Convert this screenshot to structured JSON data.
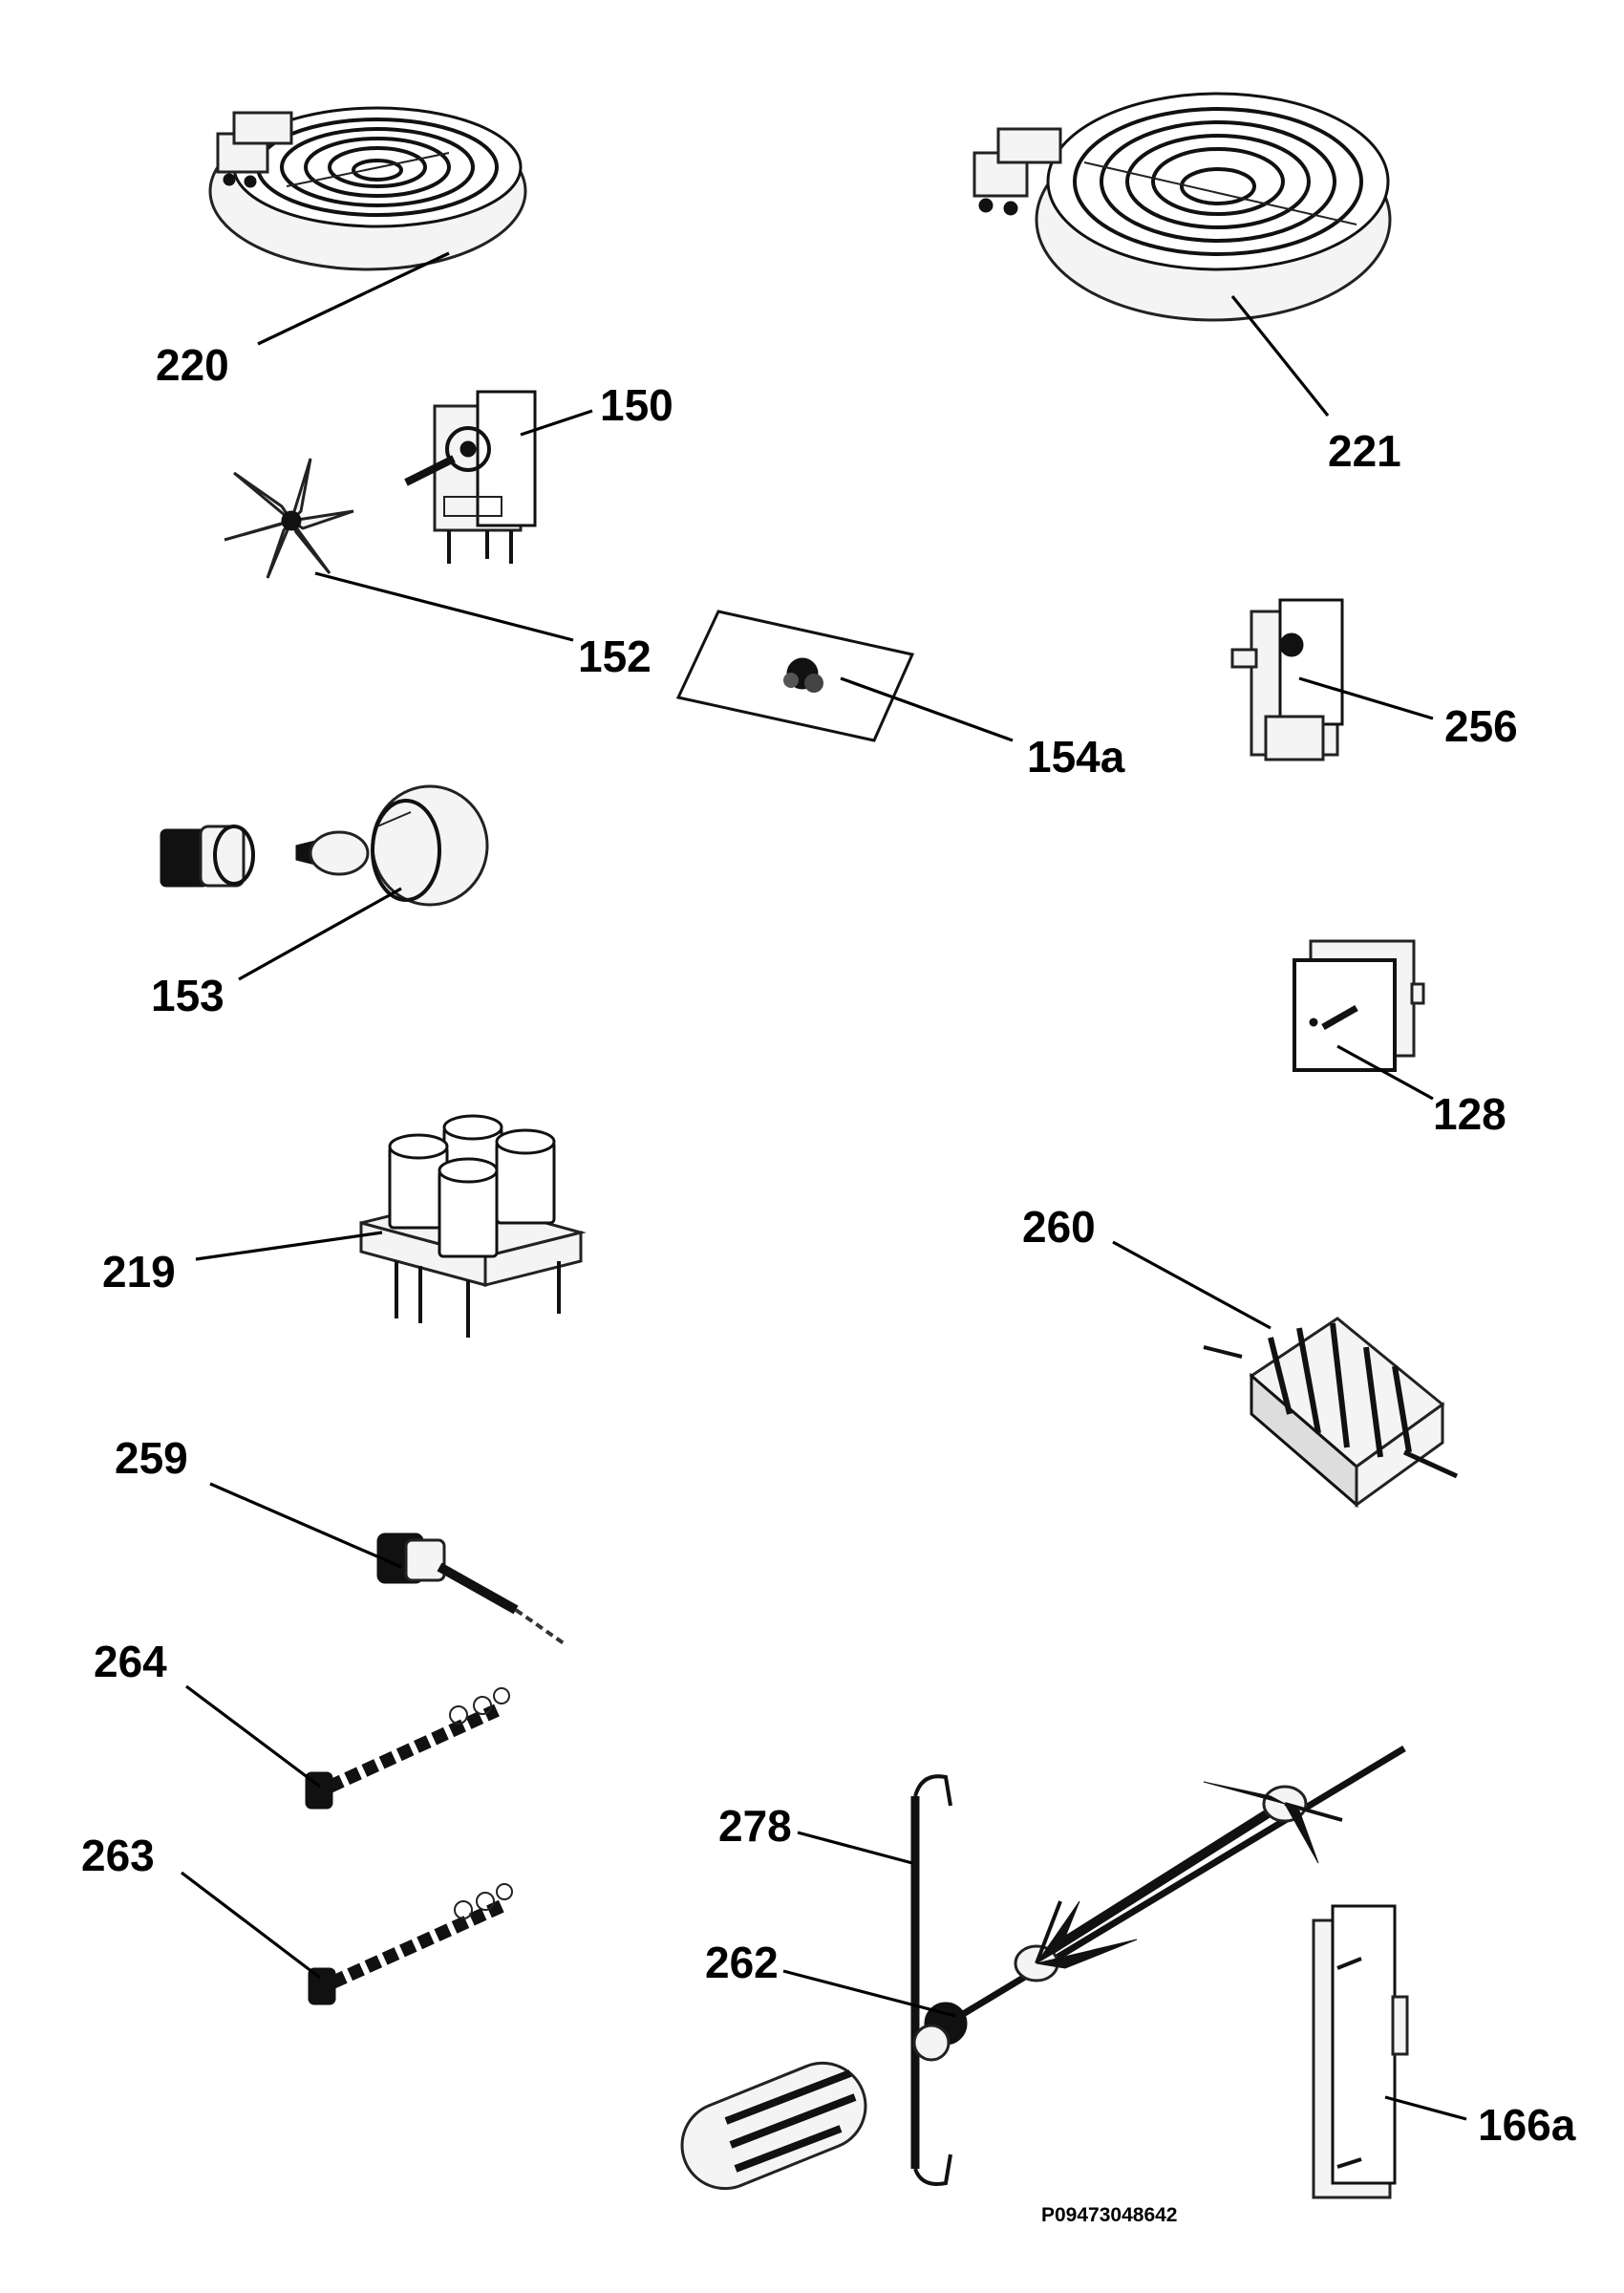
{
  "diagram": {
    "document_code": "P09473048642",
    "parts": [
      {
        "id": "220",
        "label": "220",
        "icon": "radiant-hob-element-small-icon"
      },
      {
        "id": "221",
        "label": "221",
        "icon": "radiant-hob-element-large-icon"
      },
      {
        "id": "150",
        "label": "150",
        "icon": "fan-motor-icon"
      },
      {
        "id": "152",
        "label": "152",
        "icon": "fan-impeller-icon"
      },
      {
        "id": "154a",
        "label": "154a",
        "icon": "gasket-plate-icon"
      },
      {
        "id": "256",
        "label": "256",
        "icon": "thermostat-icon"
      },
      {
        "id": "153",
        "label": "153",
        "icon": "oven-lamp-assembly-icon"
      },
      {
        "id": "128",
        "label": "128",
        "icon": "pilot-switch-icon"
      },
      {
        "id": "219",
        "label": "219",
        "icon": "capacitor-block-icon"
      },
      {
        "id": "260",
        "label": "260",
        "icon": "selector-switch-icon"
      },
      {
        "id": "259",
        "label": "259",
        "icon": "spark-plug-icon"
      },
      {
        "id": "264",
        "label": "264",
        "icon": "gas-injector-icon"
      },
      {
        "id": "263",
        "label": "263",
        "icon": "gas-injector-icon"
      },
      {
        "id": "278",
        "label": "278",
        "icon": "spit-support-icon"
      },
      {
        "id": "262",
        "label": "262",
        "icon": "rotisserie-spit-icon"
      },
      {
        "id": "166a",
        "label": "166a",
        "icon": "timer-module-icon"
      }
    ]
  }
}
